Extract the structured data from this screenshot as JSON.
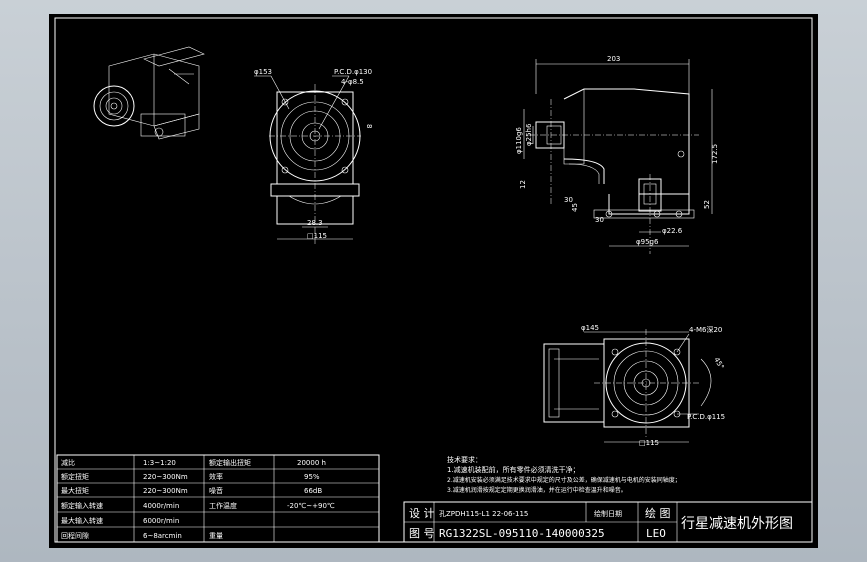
{
  "drawing": {
    "top_view": {
      "dim_od": "φ153",
      "dim_pcd": "P.C.D.φ130",
      "dim_holes": "4-φ8.5",
      "dim_key": "28.3",
      "dim_square": "□115"
    },
    "side_view": {
      "dim_total_width": "203",
      "dim_shaft": "φ110g6",
      "dim_bore": "φ25h6",
      "dim_height": "172.5",
      "dim_52": "52",
      "dim_45": "45",
      "dim_30": "30",
      "dim_12": "12",
      "dim_flange": "φ95g6",
      "dim_pilot": "φ22.6",
      "dim_30b": "30"
    },
    "motor_view": {
      "dim_od": "φ145",
      "dim_holes": "4-M6深20",
      "dim_pcd": "P.C.D.φ115",
      "dim_square": "□115",
      "dim_angle": "45°"
    }
  },
  "spec_table": {
    "rows": [
      [
        "减比",
        "1:3~1:20",
        "额定输出扭矩",
        "20000 h"
      ],
      [
        "额定扭矩",
        "220~300Nm",
        "效率",
        "95%"
      ],
      [
        "最大扭矩",
        "220~300Nm",
        "噪音",
        "66dB"
      ],
      [
        "额定输入转速",
        "4000r/min",
        "工作温度",
        "-20℃~+90℃"
      ],
      [
        "最大输入转速",
        "6000r/min",
        "",
        ""
      ],
      [
        "回程间隙",
        "6~8arcmin",
        "重量",
        ""
      ]
    ]
  },
  "notes": {
    "title": "技术要求：",
    "lines": [
      "1.减速机装配前，所有零件必须清洗干净；",
      "2.减速机安装必须满足技术要求中规定的尺寸及公差，确保减速机与电机的安装同轴度；",
      "3.减速机润滑按规定定期更换润滑油，并在运行中检查温升和噪音。"
    ]
  },
  "title_block": {
    "label_design": "设 计",
    "label_drawing_no": "图 号",
    "design_value": "孔ZPDH115-L1 22-06-115",
    "date_label": "绘制日期",
    "drawing_no": "RG1322SL-095110-140000325",
    "draw_label": "绘 图",
    "drawer": "LEO",
    "title": "行星减速机外形图"
  }
}
